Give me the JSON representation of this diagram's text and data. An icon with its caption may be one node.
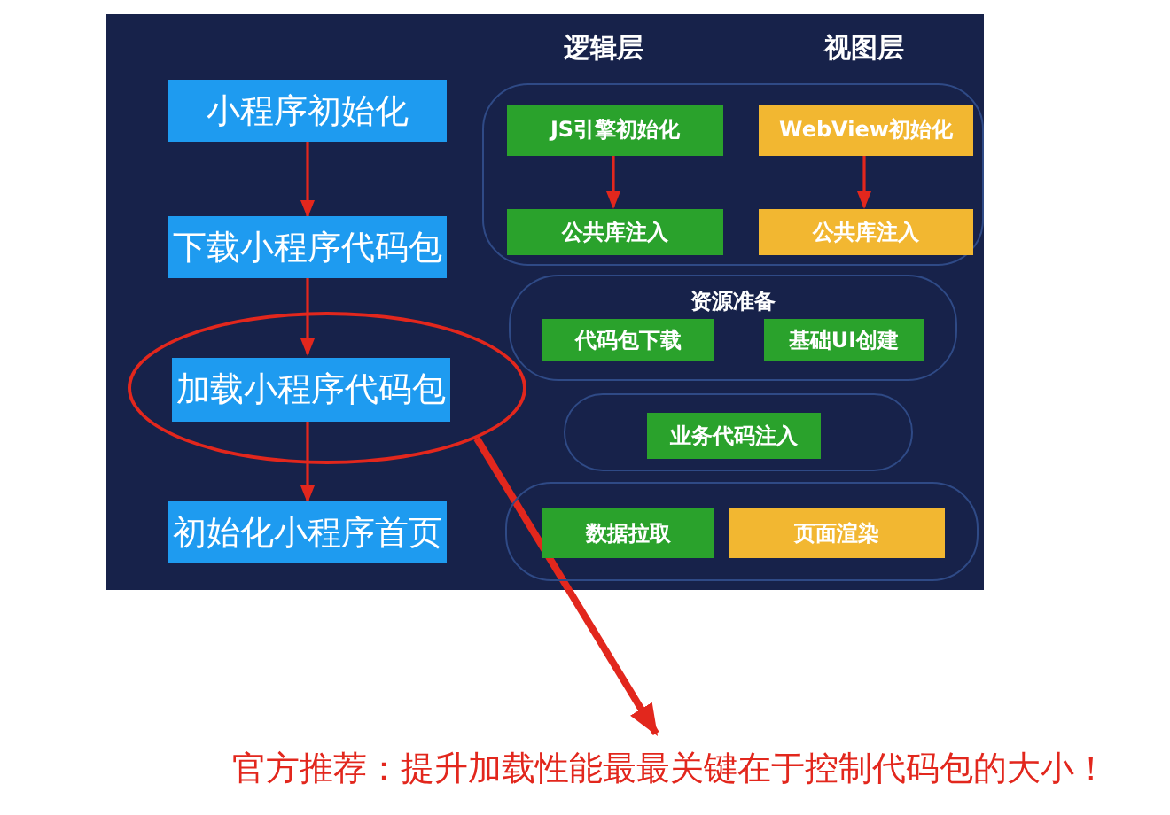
{
  "diagram": {
    "nodes": [
      {
        "text": [
          "小程序初始化"
        ]
      },
      {
        "text": [
          "下载小程序代码包"
        ]
      },
      {
        "text": [],
        "shape": "ellipse"
      },
      {
        "text": [
          "加载小程序代码包"
        ],
        "in": 2
      },
      {
        "text": [
          "初始化小程序首页"
        ]
      },
      {
        "text": [],
        "shape": "box"
      },
      {
        "text": [
          "JS引擎初始化"
        ],
        "in": 5
      },
      {
        "text": [
          "WebView初始化"
        ],
        "in": 5
      },
      {
        "text": [
          "公共库注入"
        ],
        "in": 5
      },
      {
        "text": [
          "公共库注入"
        ],
        "in": 5
      },
      {
        "text": [
          "资源准备"
        ]
      },
      {
        "text": [
          "代码包下载"
        ],
        "in": 10
      },
      {
        "text": [
          "基础UI创建"
        ],
        "in": 10
      },
      {
        "text": [],
        "shape": "box"
      },
      {
        "text": [
          "业务代码注入"
        ],
        "in": 13
      },
      {
        "text": [],
        "shape": "box"
      },
      {
        "text": [
          "数据拉取"
        ],
        "in": 15
      },
      {
        "text": [
          "页面渲染"
        ],
        "in": 15
      },
      {
        "text": [
          "官方推荐：提升加载性能最最关键在于控制代码包的大小！"
        ]
      }
    ],
    "edges": [
      {
        "from": 0,
        "to": 1,
        "arrow": "to"
      },
      {
        "from": 1,
        "to": 3,
        "arrow": "to"
      },
      {
        "from": 3,
        "to": 4,
        "arrow": "to"
      },
      {
        "from": 6,
        "to": 8,
        "arrow": "to"
      },
      {
        "from": 7,
        "to": 9,
        "arrow": "to"
      },
      {
        "from": 2,
        "to": 18,
        "arrow": "to",
        "style": "thick"
      }
    ],
    "labels": [
      "逻辑层",
      "视图层"
    ]
  }
}
